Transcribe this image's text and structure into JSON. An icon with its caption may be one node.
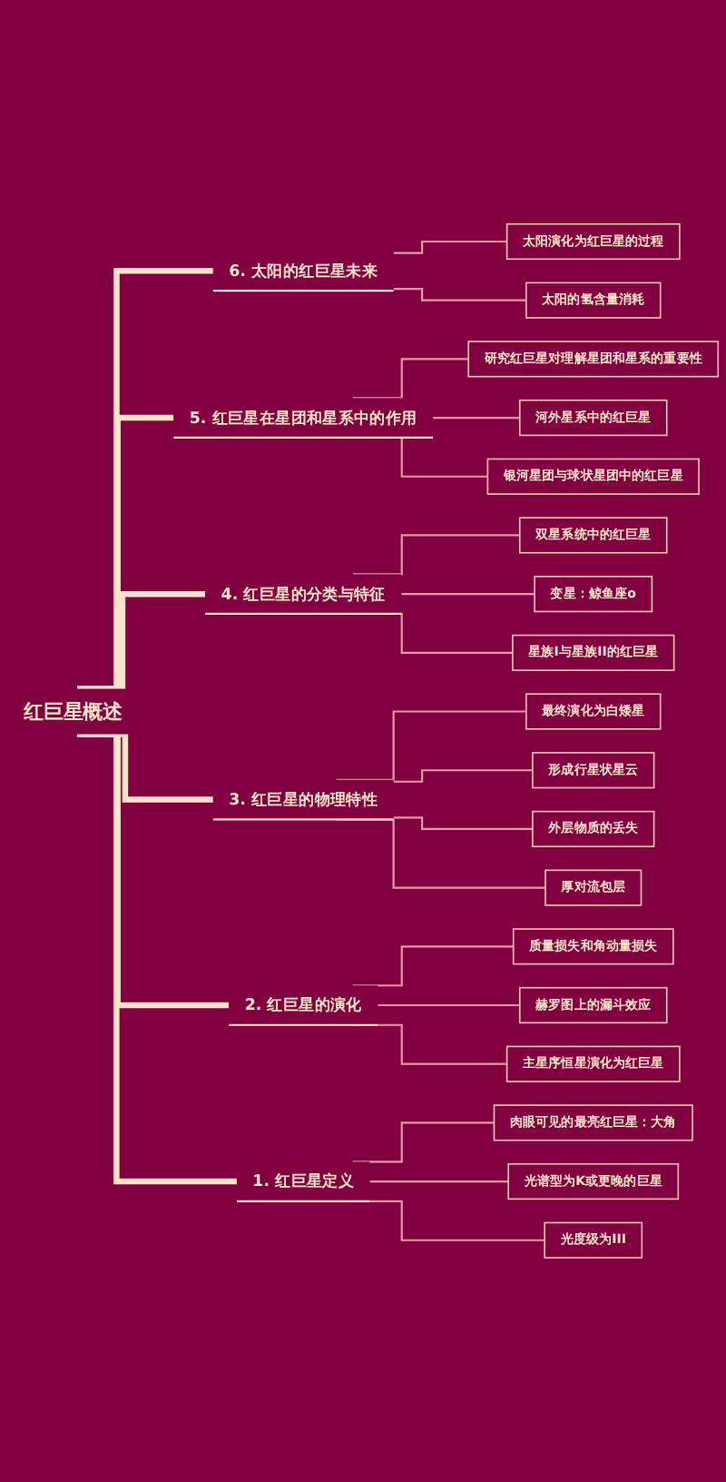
{
  "diagram": {
    "nodes": [
      {
        "text": [
          "太阳演化为红巨星的过程"
        ]
      },
      {
        "text": [
          "太阳的氢含量消耗"
        ]
      },
      {
        "text": [
          "6. 太阳的红巨星未来"
        ]
      },
      {
        "text": [
          "研究红巨星对理解星团和星系的重要性"
        ]
      },
      {
        "text": [
          "河外星系中的红巨星"
        ]
      },
      {
        "text": [
          "银河星团与球状星团中的红巨星"
        ]
      },
      {
        "text": [
          "5. 红巨星在星团和星系中的作用"
        ]
      },
      {
        "text": [
          "双星系统中的红巨星"
        ]
      },
      {
        "text": [
          "变星：鲸鱼座o"
        ]
      },
      {
        "text": [
          "星族I与星族II的红巨星"
        ]
      },
      {
        "text": [
          "4. 红巨星的分类与特征"
        ]
      },
      {
        "text": [
          "最终演化为白矮星"
        ]
      },
      {
        "text": [
          "形成行星状星云"
        ]
      },
      {
        "text": [
          "外层物质的丢失"
        ]
      },
      {
        "text": [
          "厚对流包层"
        ]
      },
      {
        "text": [
          "3. 红巨星的物理特性"
        ]
      },
      {
        "text": [
          "质量损失和角动量损失"
        ]
      },
      {
        "text": [
          "赫罗图上的漏斗效应"
        ]
      },
      {
        "text": [
          "主星序恒星演化为红巨星"
        ]
      },
      {
        "text": [
          "2. 红巨星的演化"
        ]
      },
      {
        "text": [
          "肉眼可见的最亮红巨星：大角"
        ]
      },
      {
        "text": [
          "光谱型为K或更晚的巨星"
        ]
      },
      {
        "text": [
          "光度级为III"
        ]
      },
      {
        "text": [
          "1. 红巨星定义"
        ]
      },
      {
        "text": [
          "红巨星概述"
        ]
      }
    ],
    "edges": [
      {
        "from": 24,
        "to": 2,
        "arrow": "none",
        "style": "thick",
        "color": "#fbe3c8"
      },
      {
        "from": 2,
        "to": 0,
        "arrow": "none"
      },
      {
        "from": 2,
        "to": 1,
        "arrow": "none"
      },
      {
        "from": 24,
        "to": 6,
        "arrow": "none",
        "style": "thick",
        "color": "#fbe3c8"
      },
      {
        "from": 6,
        "to": 3,
        "arrow": "none"
      },
      {
        "from": 6,
        "to": 4,
        "arrow": "none"
      },
      {
        "from": 6,
        "to": 5,
        "arrow": "none"
      },
      {
        "from": 24,
        "to": 10,
        "arrow": "none",
        "style": "thick",
        "color": "#fbe3c8"
      },
      {
        "from": 10,
        "to": 7,
        "arrow": "none"
      },
      {
        "from": 10,
        "to": 8,
        "arrow": "none"
      },
      {
        "from": 10,
        "to": 9,
        "arrow": "none"
      },
      {
        "from": 24,
        "to": 15,
        "arrow": "none",
        "style": "thick",
        "color": "#fbe3c8"
      },
      {
        "from": 15,
        "to": 11,
        "arrow": "none"
      },
      {
        "from": 15,
        "to": 12,
        "arrow": "none"
      },
      {
        "from": 15,
        "to": 13,
        "arrow": "none"
      },
      {
        "from": 15,
        "to": 14,
        "arrow": "none"
      },
      {
        "from": 24,
        "to": 19,
        "arrow": "none",
        "style": "thick",
        "color": "#fbe3c8"
      },
      {
        "from": 19,
        "to": 16,
        "arrow": "none"
      },
      {
        "from": 19,
        "to": 17,
        "arrow": "none"
      },
      {
        "from": 19,
        "to": 18,
        "arrow": "none"
      },
      {
        "from": 24,
        "to": 23,
        "arrow": "none",
        "style": "thick",
        "color": "#fbe3c8"
      },
      {
        "from": 23,
        "to": 20,
        "arrow": "none"
      },
      {
        "from": 23,
        "to": 21,
        "arrow": "none"
      },
      {
        "from": 23,
        "to": 22,
        "arrow": "none"
      }
    ]
  }
}
